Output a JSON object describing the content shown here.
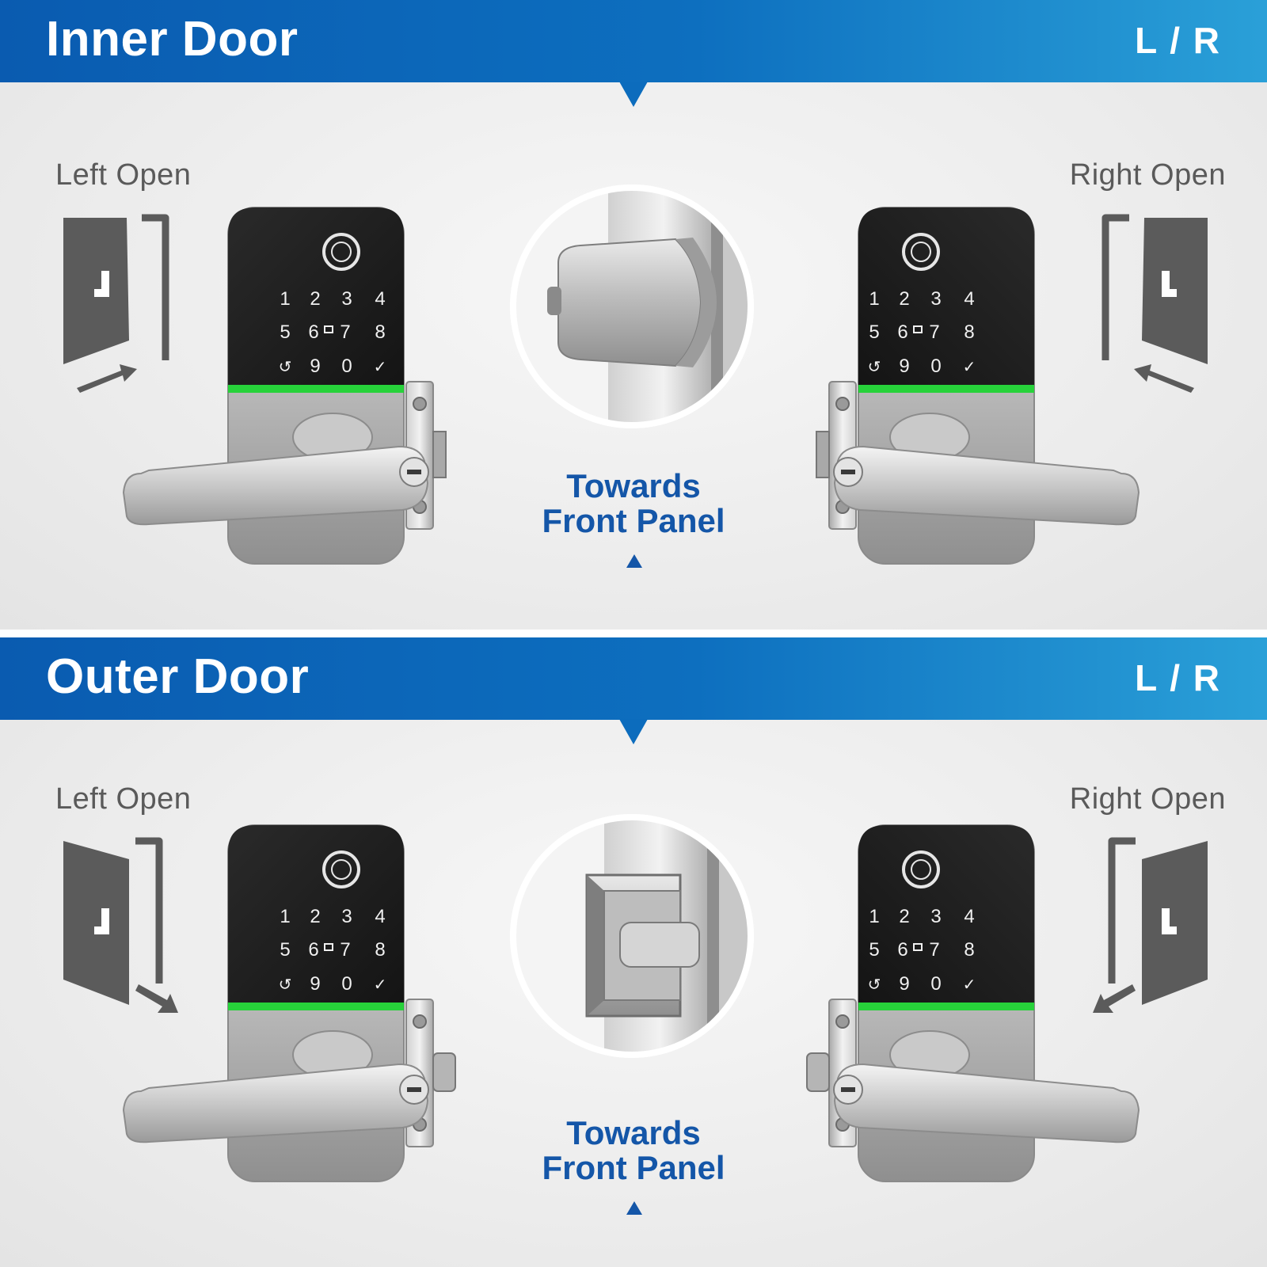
{
  "sections": [
    {
      "title": "Inner Door",
      "lr": "L / R",
      "left_label": "Left Open",
      "right_label": "Right Open",
      "center_line1": "Towards",
      "center_line2": "Front Panel"
    },
    {
      "title": "Outer Door",
      "lr": "L / R",
      "left_label": "Left Open",
      "right_label": "Right Open",
      "center_line1": "Towards",
      "center_line2": "Front Panel"
    }
  ],
  "keypad": {
    "row1": [
      "1",
      "2",
      "3",
      "4"
    ],
    "row2": [
      "5",
      "6",
      "7",
      "8"
    ],
    "row3": [
      "↺",
      "9",
      "0",
      "✓"
    ]
  },
  "colors": {
    "banner_start": "#0a5bb0",
    "banner_end": "#2aa0d8",
    "accent_text": "#1456a8",
    "indicator_green": "#27d23a",
    "icon_gray": "#5b5b5b"
  },
  "icons": {
    "door_open": "door-open-icon",
    "arrow": "arrow-icon",
    "fingerprint": "fingerprint-icon",
    "keyhole": "keyhole-icon",
    "lock_icon_on_keypad": "padlock-icon",
    "latch_detail": "latch-bolt-icon"
  }
}
